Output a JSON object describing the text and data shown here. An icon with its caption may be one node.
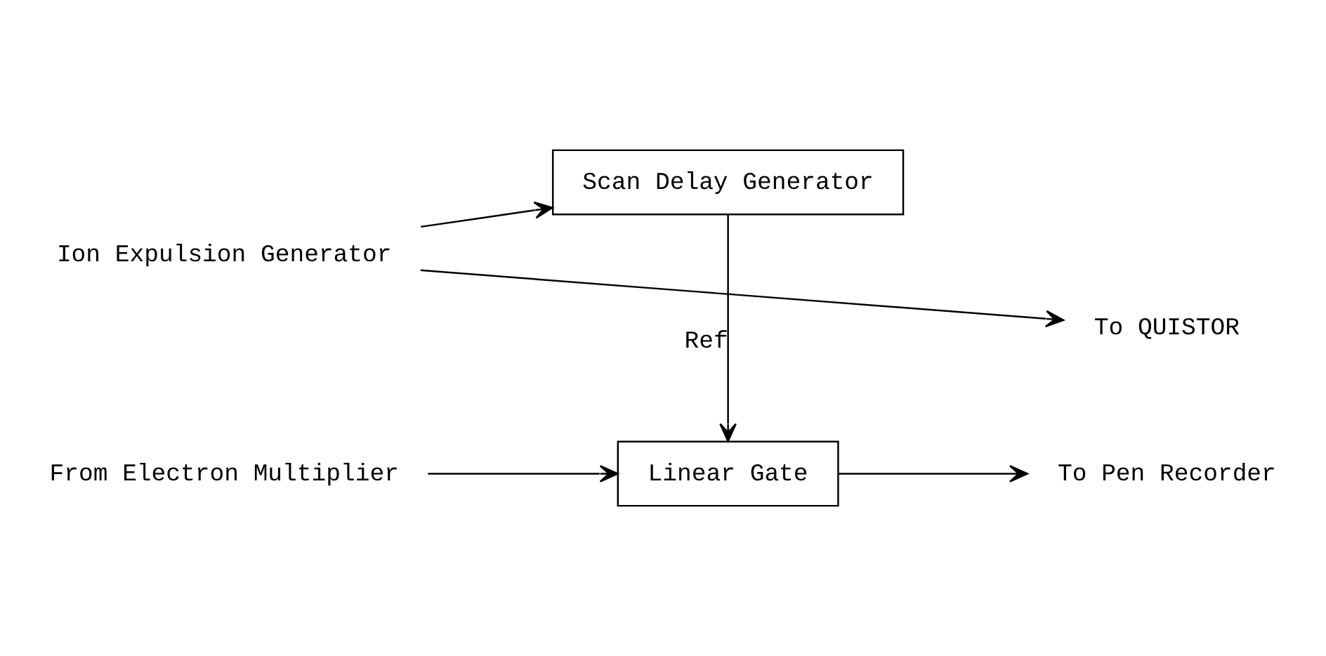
{
  "diagram": {
    "nodes": [
      {
        "text": [
          "From Electron Multiplier"
        ]
      },
      {
        "text": [
          "Linear Gate"
        ]
      },
      {
        "text": [
          "To Pen Recorder"
        ]
      },
      {
        "text": [
          "Scan Delay Generator"
        ]
      },
      {
        "text": [
          "Ion Expulsion Generator"
        ]
      },
      {
        "text": [
          "To QUISTOR"
        ]
      }
    ],
    "edges": [
      {
        "from": 0,
        "to": 1,
        "arrow": "to"
      },
      {
        "from": 1,
        "to": 2,
        "arrow": "to"
      },
      {
        "from": 3,
        "to": 1,
        "arrow": "to",
        "label": "Ref"
      },
      {
        "from": 4,
        "to": 5,
        "arrow": "to"
      },
      {
        "from": 4,
        "to": 3,
        "arrow": "to"
      }
    ]
  }
}
